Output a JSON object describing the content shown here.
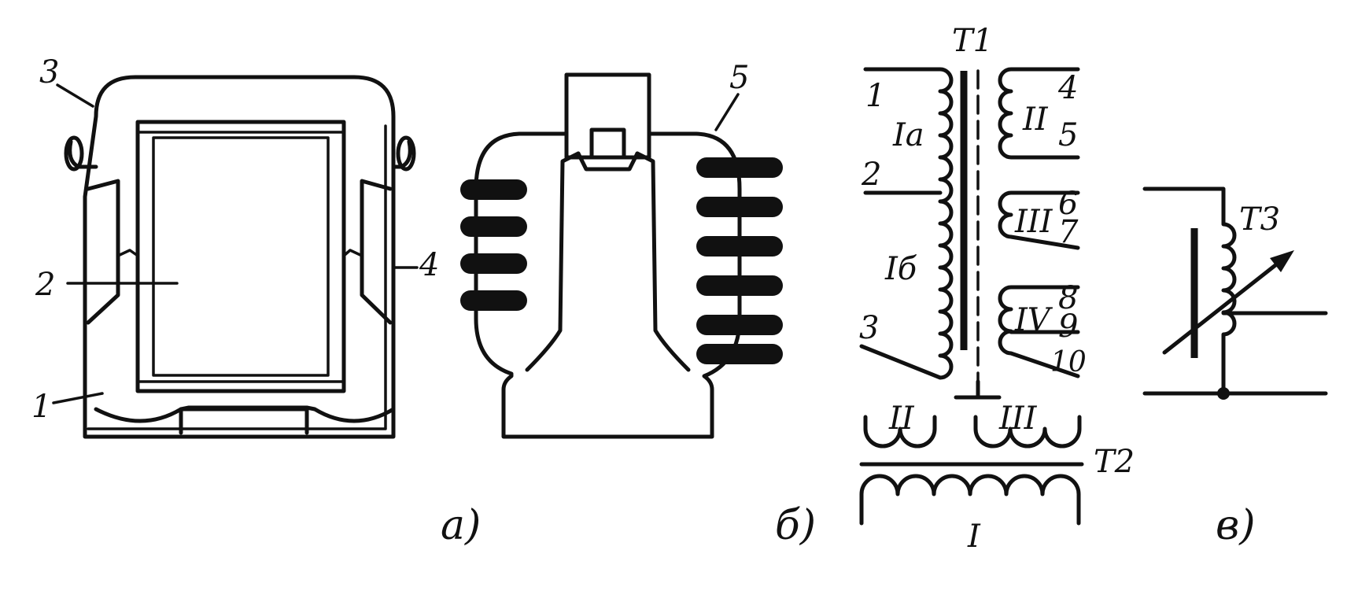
{
  "figure": {
    "a": {
      "caption": "а)",
      "labels": [
        "1",
        "2",
        "3",
        "4"
      ]
    },
    "b_device": {
      "labels": [
        "5"
      ]
    },
    "b": {
      "caption": "б)",
      "t1": {
        "name": "T1",
        "windings": [
          "Ia",
          "Iб",
          "II",
          "III",
          "IV"
        ],
        "terminals": [
          "1",
          "2",
          "3",
          "4",
          "5",
          "6",
          "7",
          "8",
          "9",
          "10"
        ]
      },
      "t2": {
        "name": "T2",
        "windings": [
          "II",
          "III",
          "I"
        ]
      }
    },
    "c": {
      "caption": "в)",
      "t3": {
        "name": "T3"
      }
    }
  }
}
